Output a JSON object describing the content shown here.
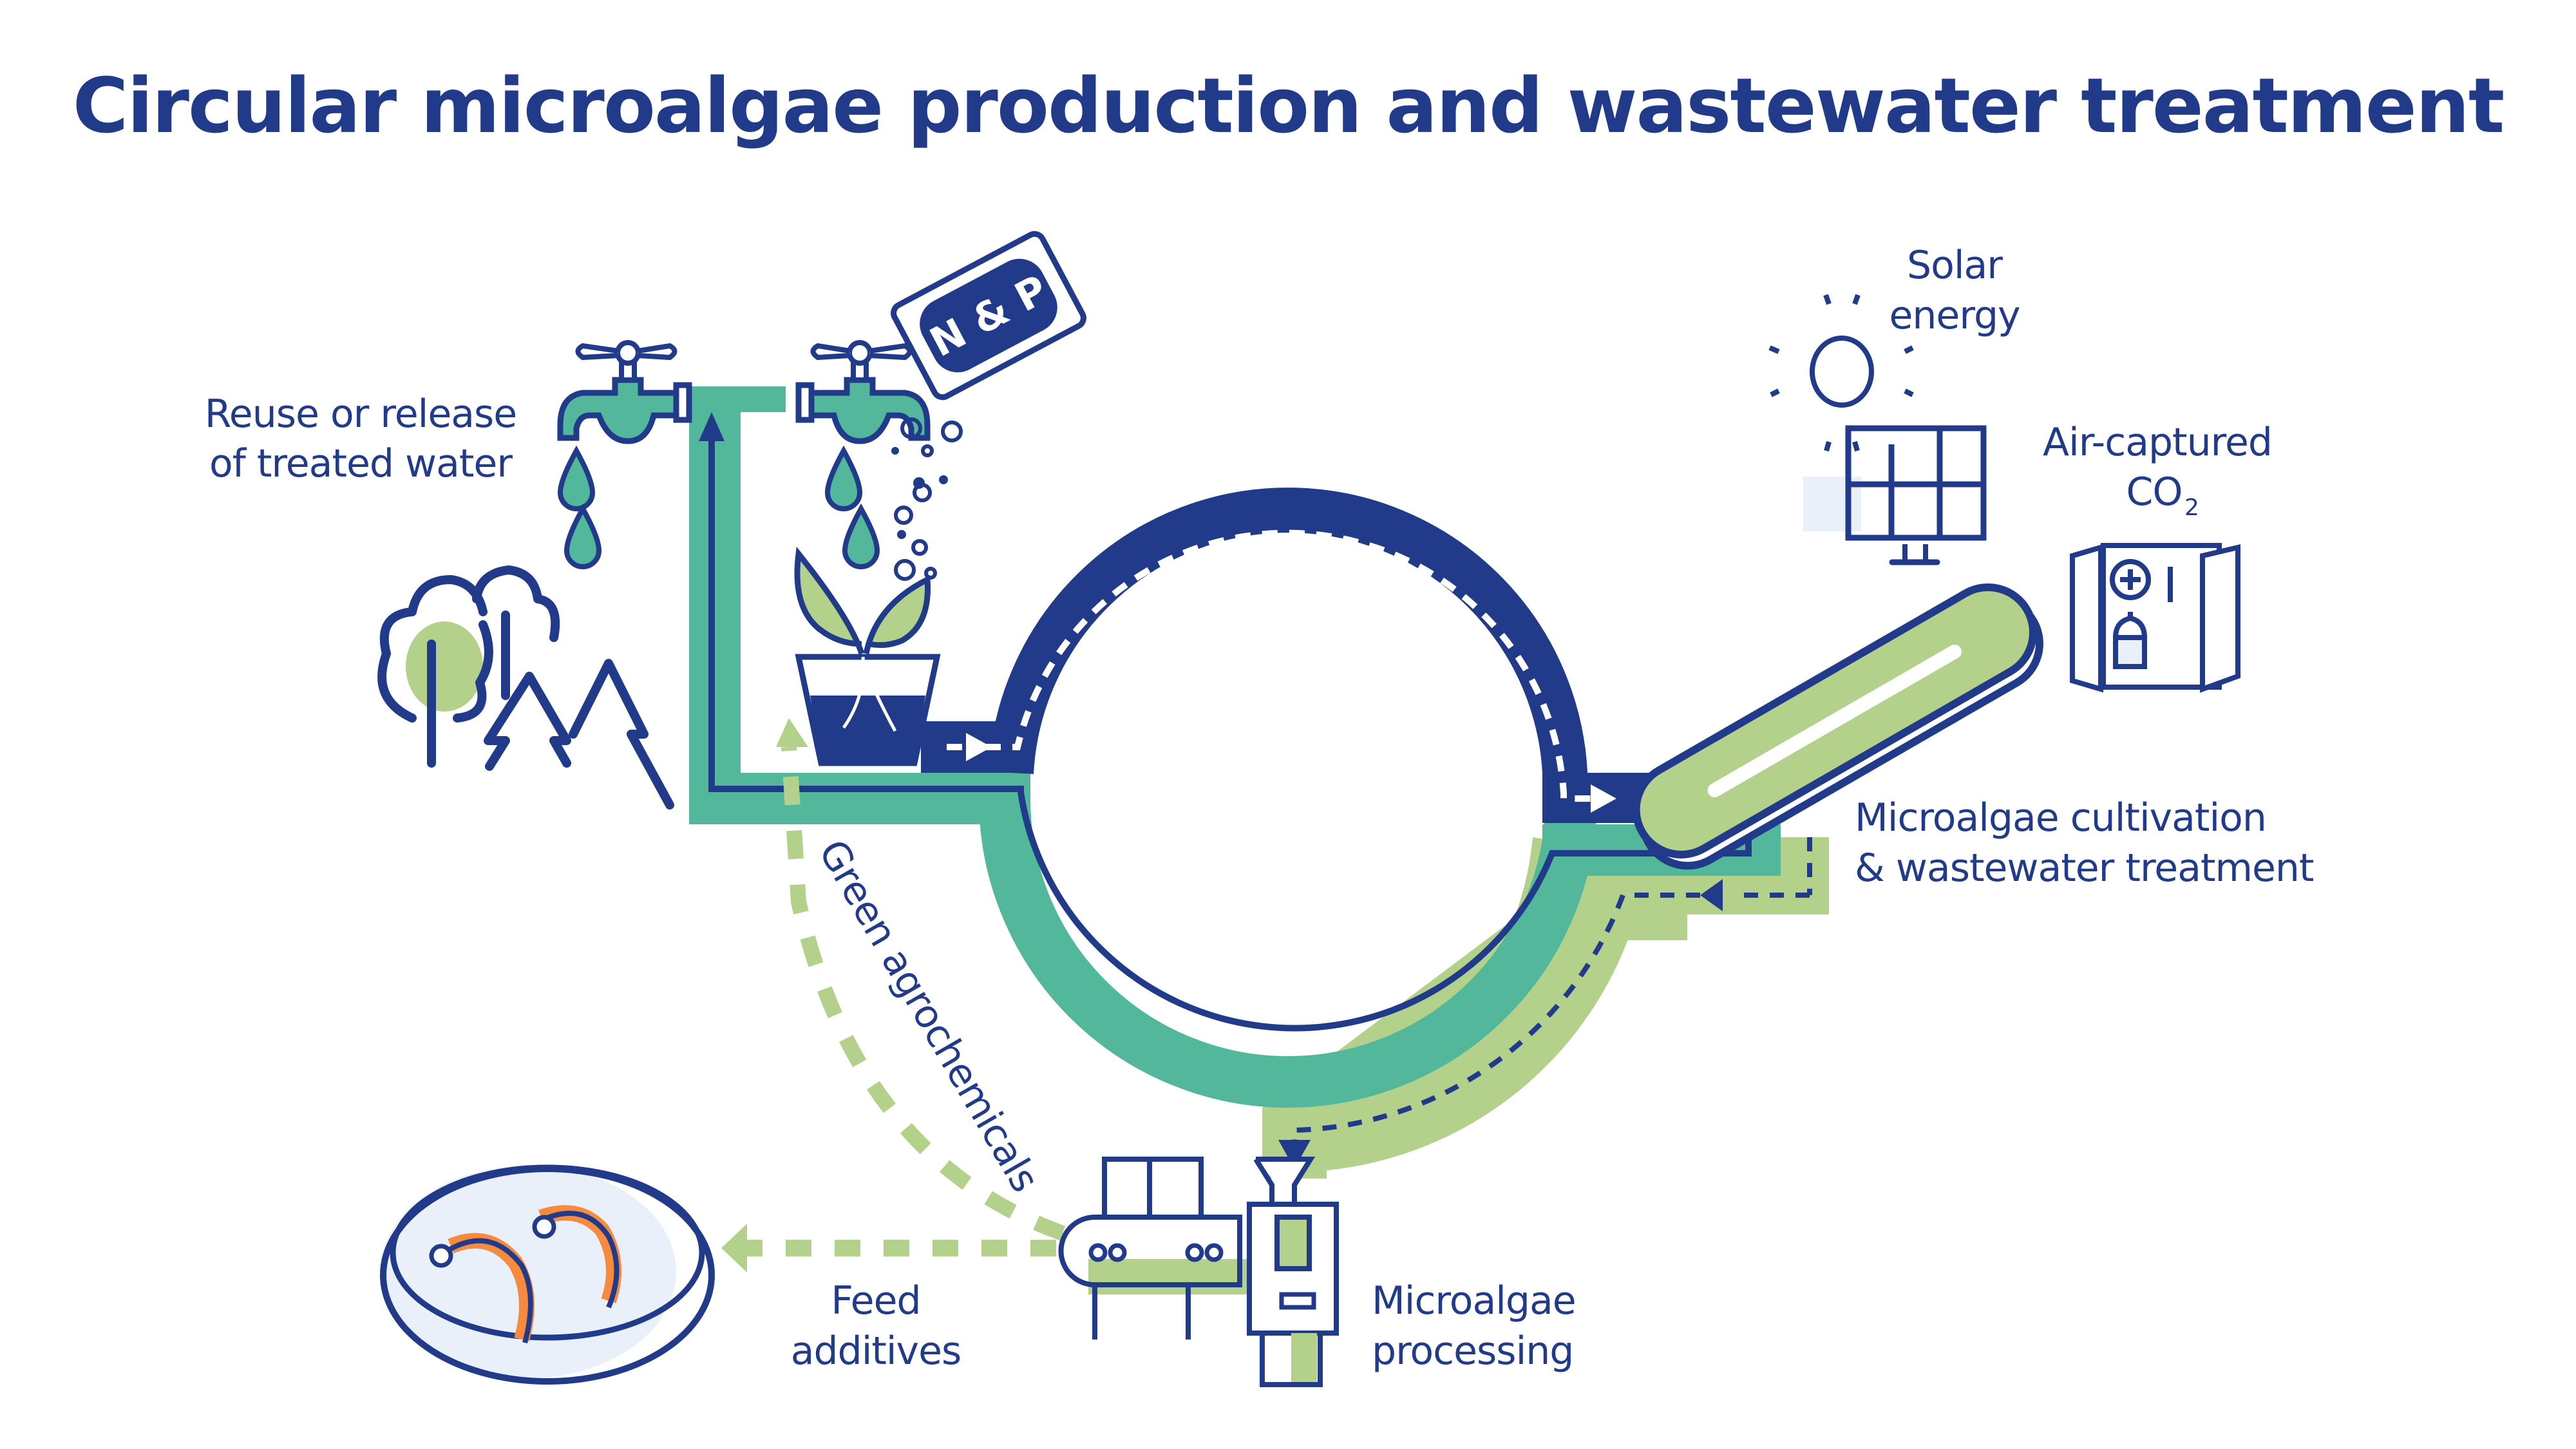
{
  "title": "Circular microalgae production and wastewater treatment",
  "colors": {
    "navy": "#213A8A",
    "teal": "#53B89B",
    "light_green": "#B3D18A",
    "pale_blue": "#EAF0F9",
    "orange": "#F68B3F"
  },
  "labels": {
    "reuse_line1": "Reuse or release",
    "reuse_line2": "of treated water",
    "solar_line1": "Solar",
    "solar_line2": "energy",
    "co2_line1": "Air-captured",
    "co2_main": "CO",
    "co2_sub": "2",
    "cultivation_line1": "Microalgae cultivation",
    "cultivation_line2": "& wastewater treatment",
    "processing_line1": "Microalgae",
    "processing_line2": "processing",
    "feed_line1": "Feed",
    "feed_line2": "additives",
    "agro": "Green agrochemicals",
    "nutrient_bag": "N & P"
  },
  "icons": [
    "water-tap-icon",
    "water-drop-icon",
    "nutrient-bag-icon",
    "plant-pot-icon",
    "trees-icon",
    "sun-icon",
    "solar-panel-icon",
    "co2-capture-cabinet-icon",
    "photobioreactor-icon",
    "processing-machine-icon",
    "shrimp-pond-icon"
  ]
}
